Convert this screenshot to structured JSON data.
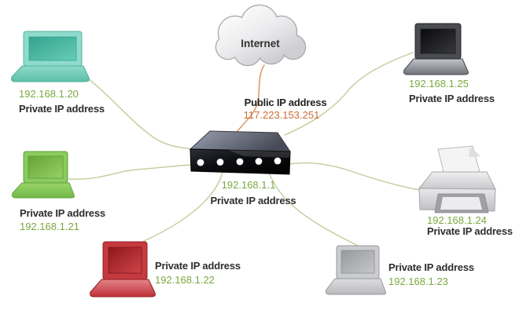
{
  "cloud": {
    "label": "Internet"
  },
  "wan": {
    "label": "Public IP address",
    "ip": "117.223.153.251"
  },
  "router": {
    "ip": "192.168.1.1",
    "label": "Private IP address"
  },
  "devices": [
    {
      "kind": "laptop-teal",
      "ip": "192.168.1.20",
      "label": "Private IP address"
    },
    {
      "kind": "laptop-green",
      "ip": "192.168.1.21",
      "label": "Private IP address"
    },
    {
      "kind": "laptop-red",
      "ip": "192.168.1.22",
      "label": "Private IP address"
    },
    {
      "kind": "laptop-gray",
      "ip": "192.168.1.23",
      "label": "Private IP address"
    },
    {
      "kind": "printer",
      "ip": "192.168.1.24",
      "label": "Private IP address"
    },
    {
      "kind": "laptop-dark",
      "ip": "192.168.1.25",
      "label": "Private IP address"
    }
  ],
  "colors": {
    "private_ip_text": "#7aa83e",
    "public_ip_text": "#cd6b36",
    "label_text": "#2e2e2e",
    "lan_line": "#bfce9b",
    "wan_line": "#dd8e58",
    "laptop_teal": "#5fc9b2",
    "laptop_green": "#8bca5f",
    "laptop_red": "#c53a3f",
    "laptop_gray": "#c6c7ca",
    "laptop_dark": "#4b4c51",
    "router_top": "#7d8395",
    "router_front": "#101114"
  }
}
